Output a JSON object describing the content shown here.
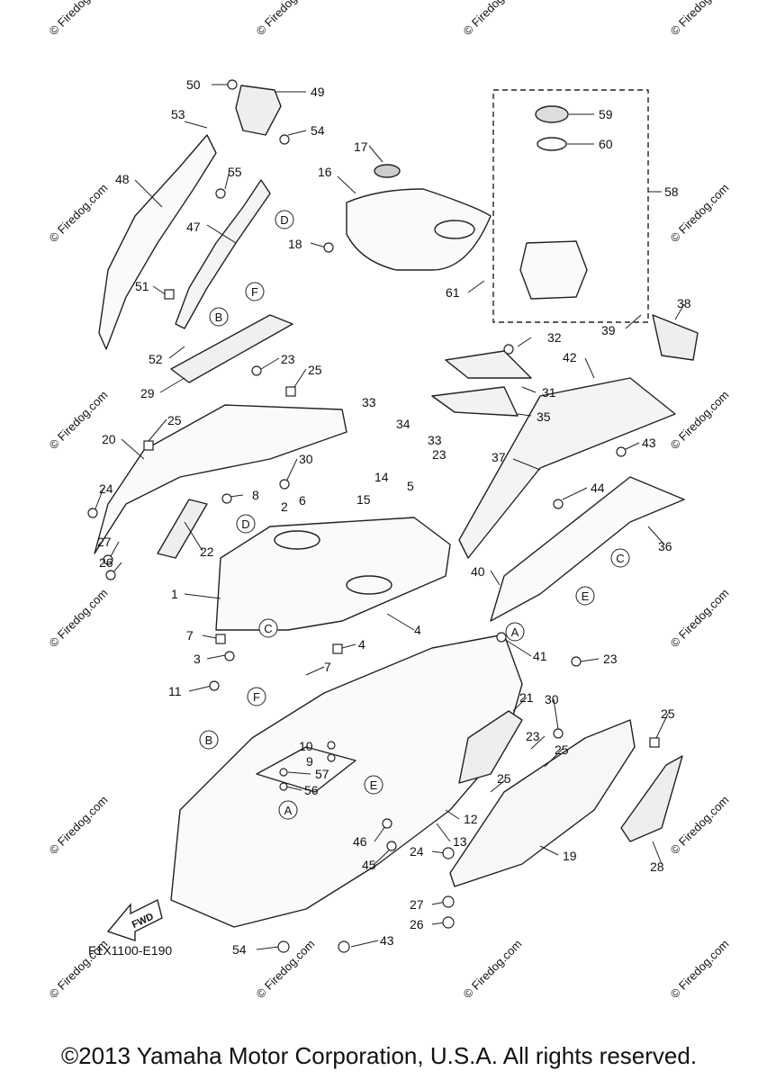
{
  "diagram_code": "F1X1100-E190",
  "fwd_label": "FWD",
  "copyright": "©2013 Yamaha Motor Corporation, U.S.A. All rights reserved.",
  "watermark": "© Firedog.com",
  "part_numbers": [
    "1",
    "2",
    "3",
    "4",
    "5",
    "6",
    "7",
    "8",
    "9",
    "10",
    "11",
    "12",
    "13",
    "14",
    "15",
    "16",
    "17",
    "18",
    "19",
    "20",
    "21",
    "22",
    "23",
    "24",
    "25",
    "26",
    "27",
    "28",
    "29",
    "30",
    "31",
    "32",
    "33",
    "34",
    "35",
    "36",
    "37",
    "38",
    "39",
    "40",
    "41",
    "42",
    "43",
    "44",
    "45",
    "46",
    "47",
    "48",
    "49",
    "50",
    "51",
    "52",
    "53",
    "54",
    "55",
    "56",
    "57",
    "58",
    "59",
    "60",
    "61"
  ],
  "reference_letters": [
    "A",
    "B",
    "C",
    "D",
    "E",
    "F"
  ]
}
